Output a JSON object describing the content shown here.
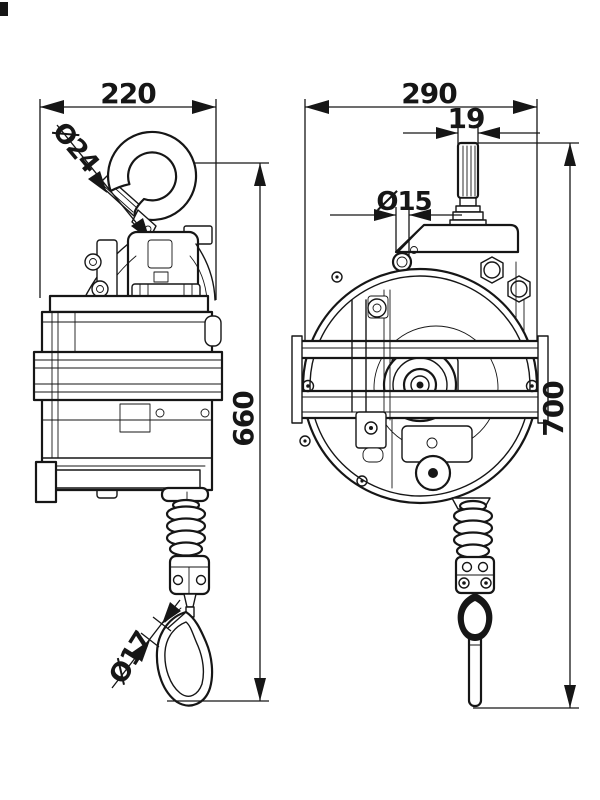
{
  "page": {
    "background": "#ffffff",
    "ink": "#161616"
  },
  "drawing": {
    "type": "technical-dimension-drawing",
    "subject": "spring balancer with hooks, two orthographic views",
    "views": [
      {
        "id": "side-view",
        "description": "left: side elevation with top safety hook and bottom carabiner"
      },
      {
        "id": "front-view",
        "description": "right: front elevation with circular drum housing, stem and bottom snap hook"
      }
    ],
    "dimensions": {
      "side_width": {
        "label": "220",
        "value": 220
      },
      "hook_shank_diameter": {
        "label": "Ø24",
        "value": 24
      },
      "side_height": {
        "label": "660",
        "value": 660
      },
      "carabiner_diameter": {
        "label": "Ø17",
        "value": 17
      },
      "front_width": {
        "label": "290",
        "value": 290
      },
      "stem_width": {
        "label": "19",
        "value": 19
      },
      "bracket_hole_diameter": {
        "label": "Ø15",
        "value": 15
      },
      "front_height": {
        "label": "700",
        "value": 700
      }
    }
  }
}
